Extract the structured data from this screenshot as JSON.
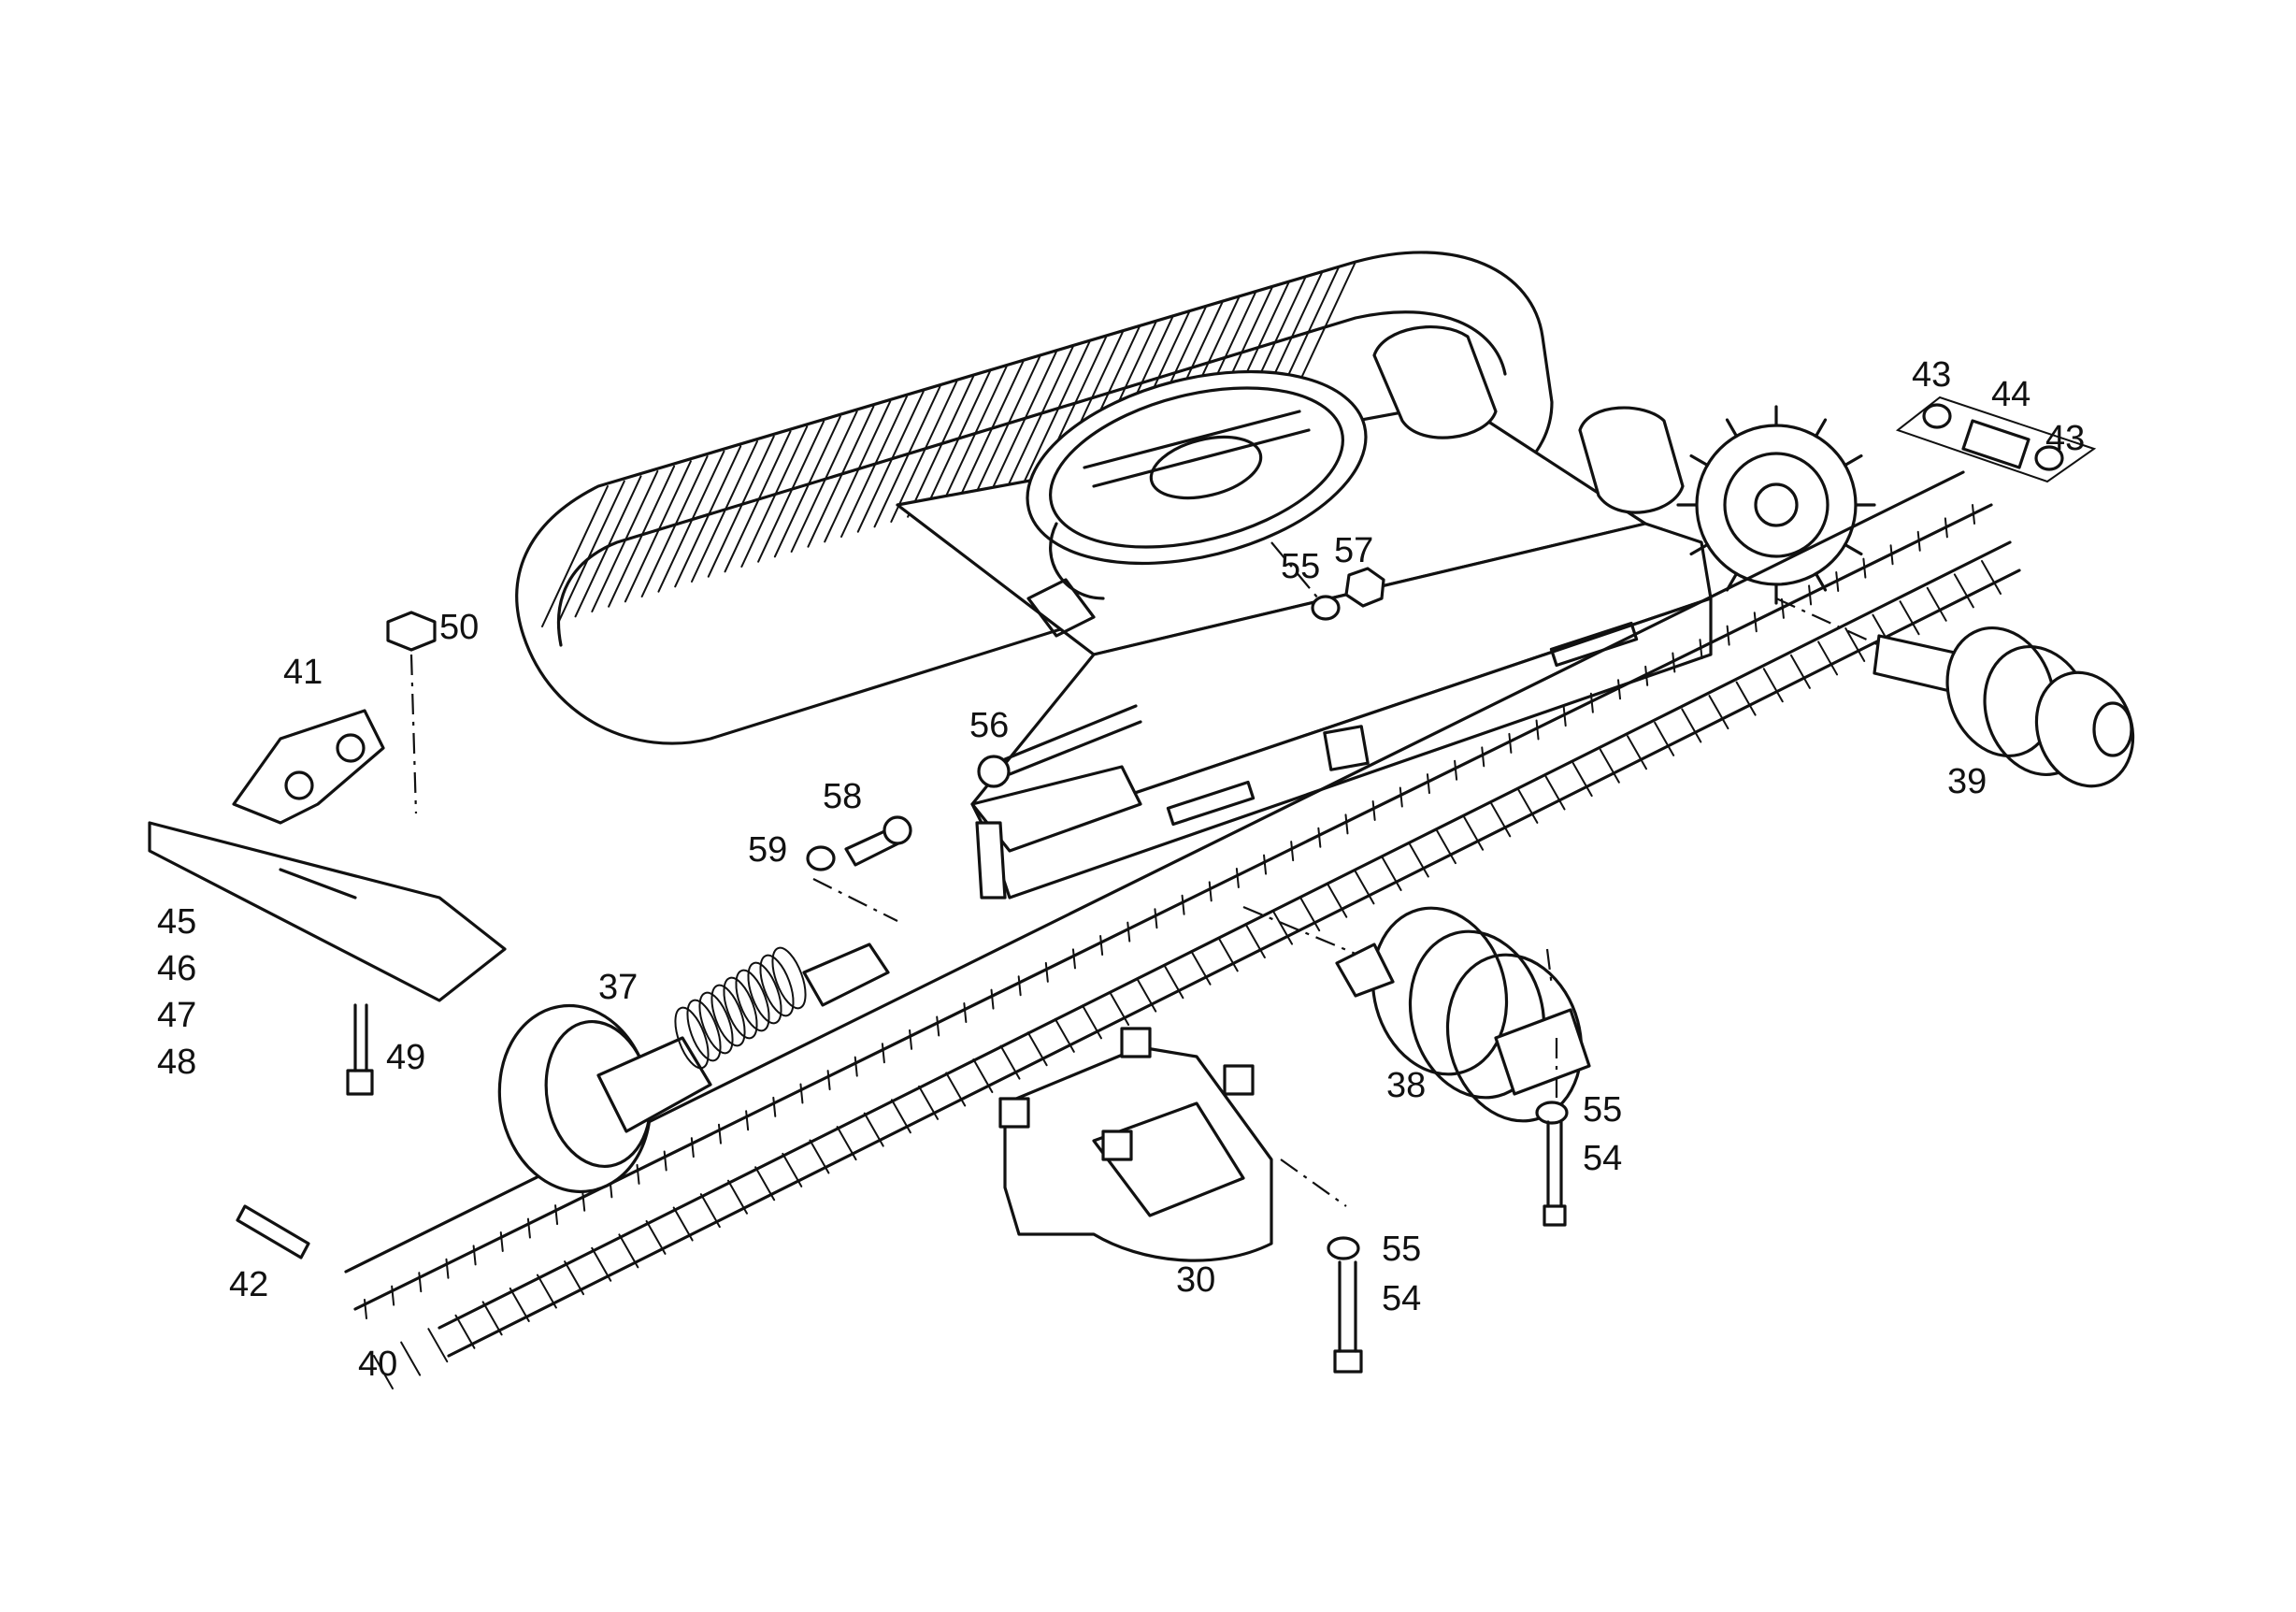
{
  "parts": {
    "p30": "30",
    "p37": "37",
    "p38": "38",
    "p39": "39",
    "p40": "40",
    "p41": "41",
    "p42": "42",
    "p43a": "43",
    "p43b": "43",
    "p44": "44",
    "p45": "45",
    "p46": "46",
    "p47": "47",
    "p48": "48",
    "p49": "49",
    "p50": "50",
    "p54a": "54",
    "p54b": "54",
    "p55a": "55",
    "p55b": "55",
    "p55c": "55",
    "p56": "56",
    "p57": "57",
    "p58": "58",
    "p59": "59"
  }
}
